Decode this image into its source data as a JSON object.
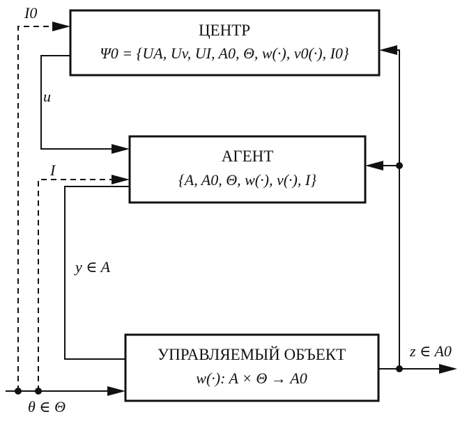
{
  "center": {
    "title": "ЦЕНТР",
    "content": "Ψ0 = {UA, Uv, UI, A0, Θ, w(·), v0(·), I0}"
  },
  "agent": {
    "title": "АГЕНТ",
    "content": "{A, A0, Θ, w(·), v(·), I}"
  },
  "object": {
    "title": "УПРАВЛЯЕМЫЙ ОБЪЕКТ",
    "content": "w(·): A × Θ → A0"
  },
  "labels": {
    "i0": "I0",
    "u": "u",
    "i": "I",
    "y": "y ∈ A",
    "z": "z ∈ A0",
    "theta": "θ ∈ Θ"
  }
}
